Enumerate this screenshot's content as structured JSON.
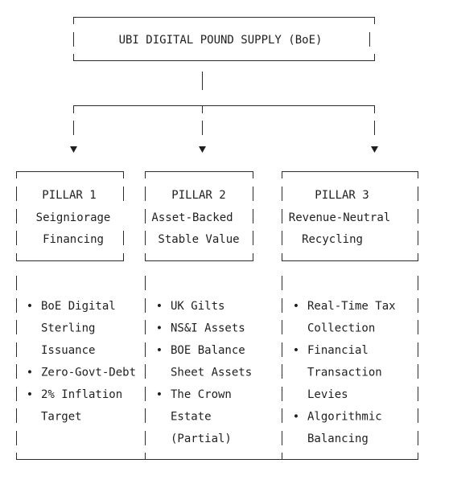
{
  "root": {
    "label": "UBI DIGITAL POUND SUPPLY (BoE)"
  },
  "pillars": [
    {
      "heading": "PILLAR 1",
      "title_lines": [
        "Seigniorage",
        "Financing"
      ],
      "items": [
        {
          "lines": [
            "BoE Digital",
            "Sterling",
            "Issuance"
          ]
        },
        {
          "lines": [
            "Zero-Govt-Debt"
          ]
        },
        {
          "lines": [
            "2% Inflation",
            "Target"
          ]
        }
      ]
    },
    {
      "heading": "PILLAR 2",
      "title_lines": [
        "Asset-Backed",
        "Stable Value"
      ],
      "items": [
        {
          "lines": [
            "UK Gilts"
          ]
        },
        {
          "lines": [
            "NS&I Assets"
          ]
        },
        {
          "lines": [
            "BOE Balance",
            "Sheet Assets"
          ]
        },
        {
          "lines": [
            "The Crown",
            "Estate",
            "(Partial)"
          ]
        }
      ]
    },
    {
      "heading": "PILLAR 3",
      "title_lines": [
        "Revenue-Neutral",
        "Recycling"
      ],
      "items": [
        {
          "lines": [
            "Real-Time Tax",
            "Collection"
          ]
        },
        {
          "lines": [
            "Financial",
            "Transaction",
            "Levies"
          ]
        },
        {
          "lines": [
            "Algorithmic",
            "Balancing"
          ]
        }
      ]
    }
  ],
  "bullet_glyph": "•"
}
